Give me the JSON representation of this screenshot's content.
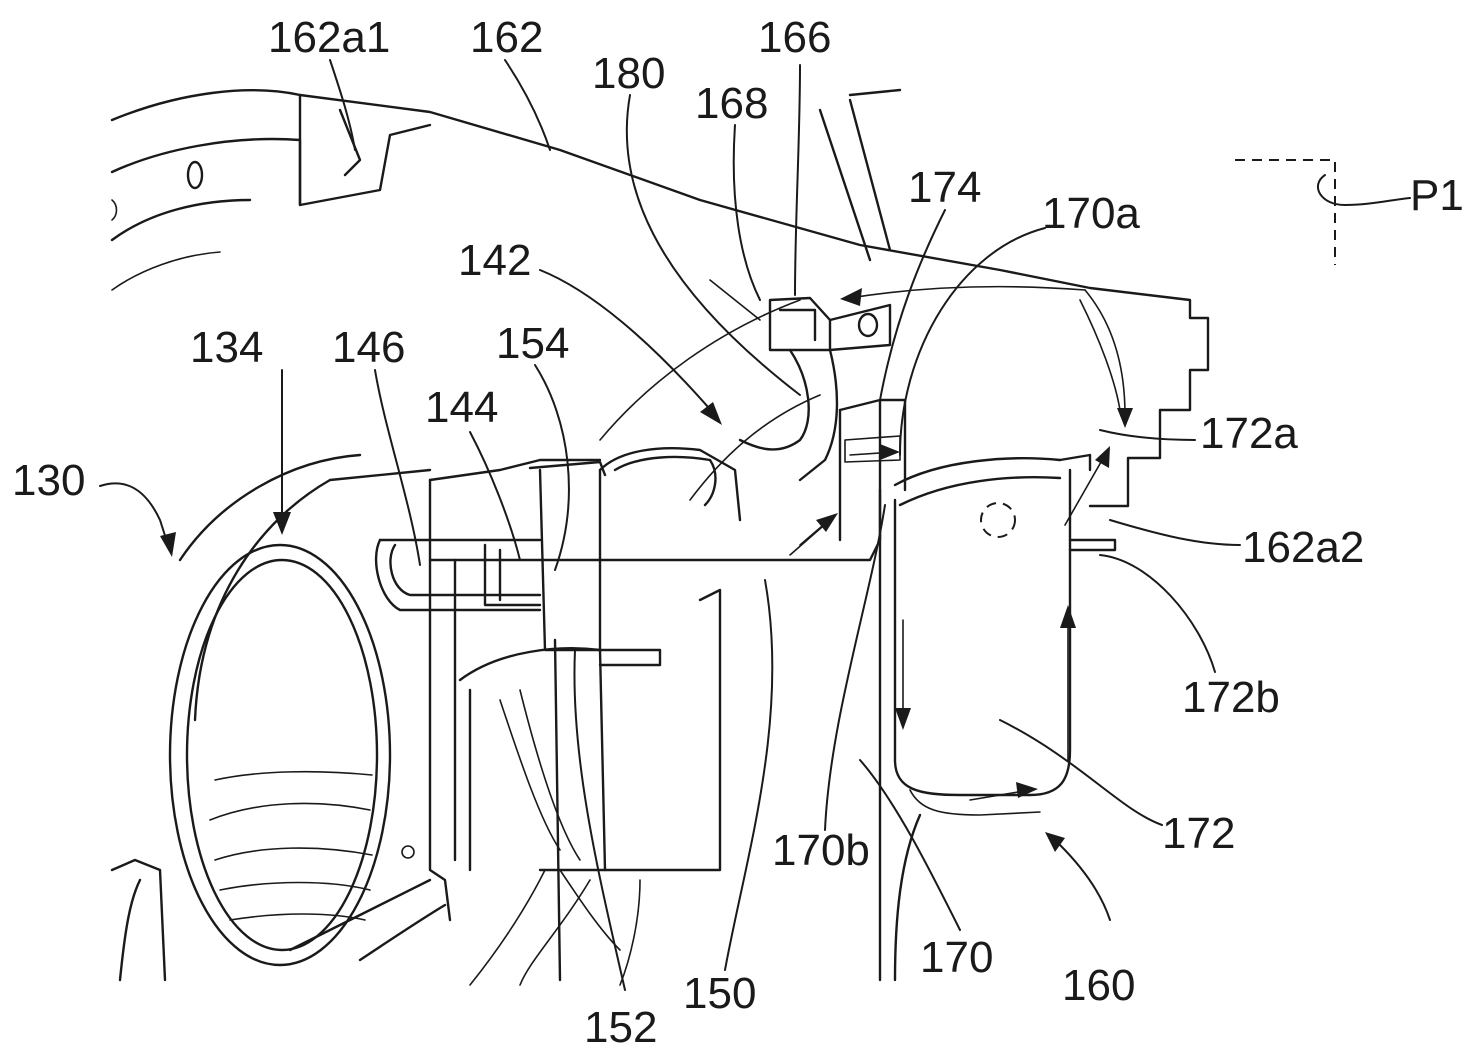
{
  "labels": {
    "l162a1": "162a1",
    "l162": "162",
    "l166": "166",
    "l180": "180",
    "l168": "168",
    "l174": "174",
    "l170a": "170a",
    "lP1": "P1",
    "l142": "142",
    "l134": "134",
    "l146": "146",
    "l154": "154",
    "l144": "144",
    "l172a": "172a",
    "l130": "130",
    "l162a2": "162a2",
    "l172b": "172b",
    "l172": "172",
    "l170b": "170b",
    "l170": "170",
    "l160": "160",
    "l150": "150",
    "l152": "152"
  }
}
